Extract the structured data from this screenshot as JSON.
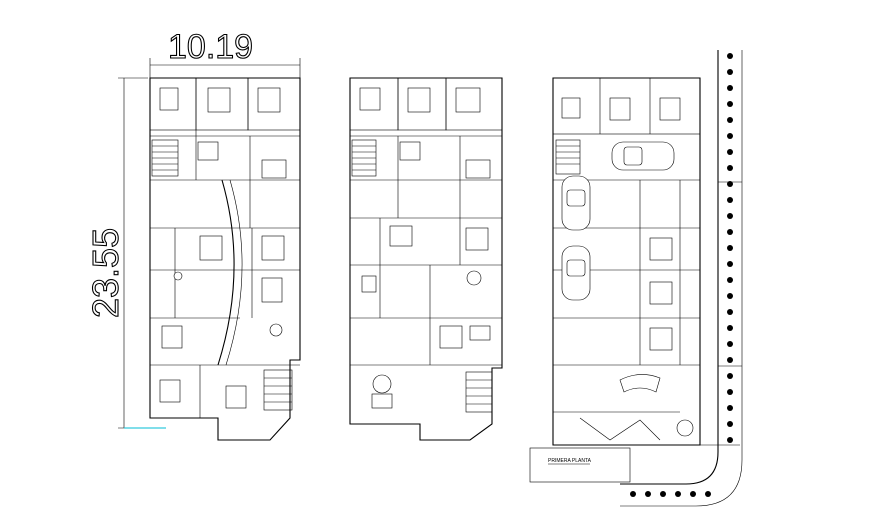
{
  "dimensions": {
    "width_label": "10.19",
    "height_label": "23.55"
  },
  "plans": {
    "plan3": {
      "caption": "PRIMERA PLANTA"
    }
  }
}
